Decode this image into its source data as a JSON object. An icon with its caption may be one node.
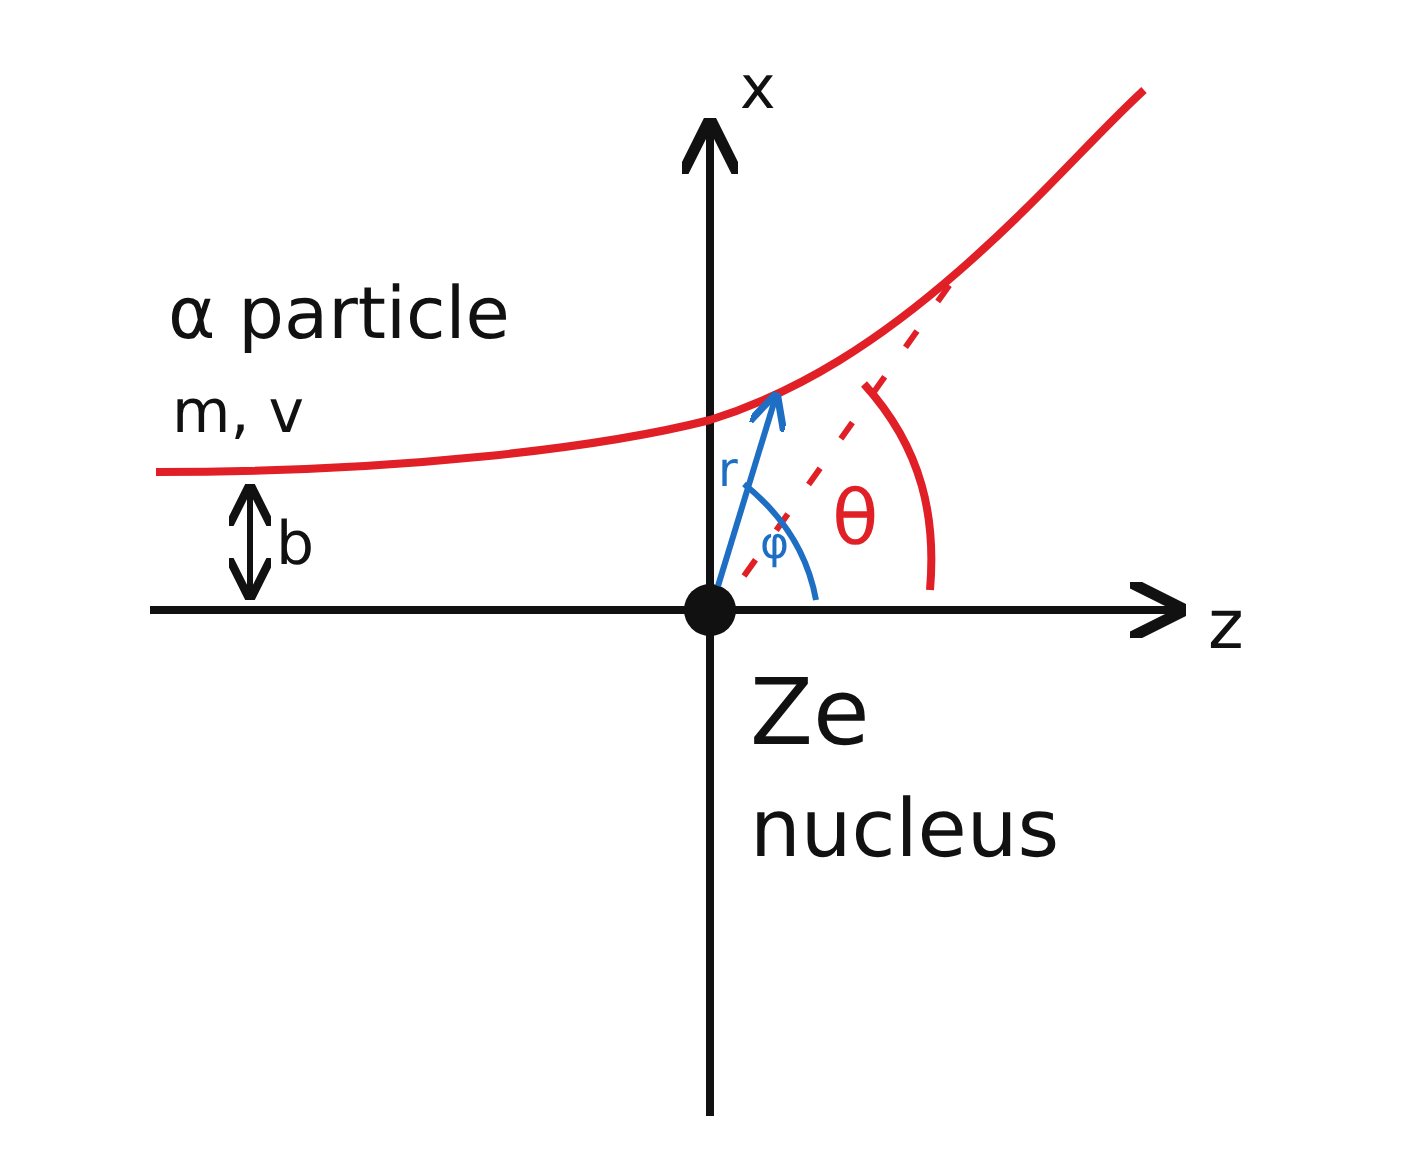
{
  "diagram": {
    "labels": [
      "x",
      "z",
      "α particle",
      "m, v",
      "b",
      "r",
      "φ",
      "θ",
      "Ze",
      "nucleus"
    ]
  }
}
